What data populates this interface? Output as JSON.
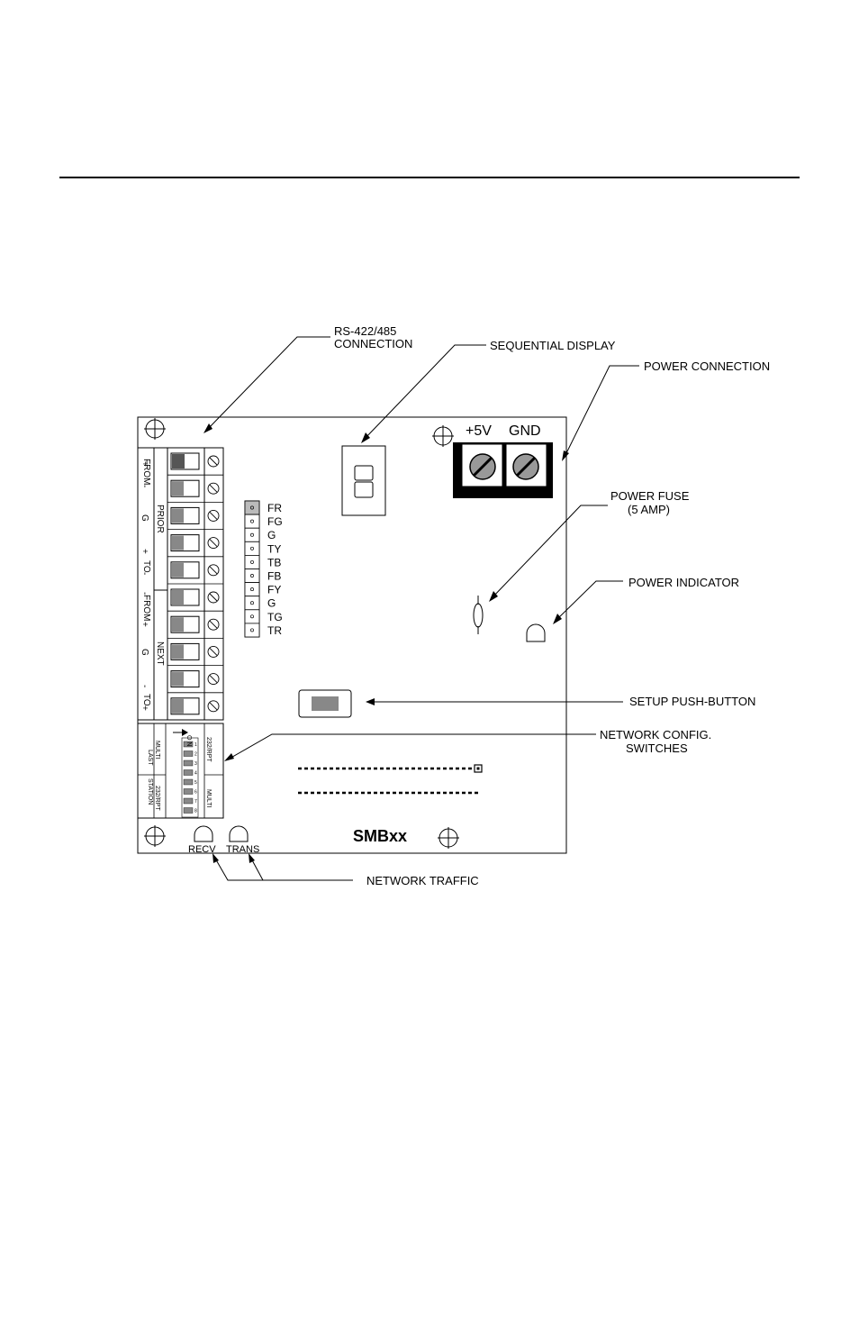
{
  "callouts": {
    "rs422_line1": "RS-422/485",
    "rs422_line2": "CONNECTION",
    "sequential_display": "SEQUENTIAL DISPLAY",
    "power_connection": "POWER CONNECTION",
    "power_fuse_line1": "POWER FUSE",
    "power_fuse_line2": "(5 AMP)",
    "power_indicator": "POWER INDICATOR",
    "setup_push_button": "SETUP PUSH-BUTTON",
    "network_config_line1": "NETWORK CONFIG.",
    "network_config_line2": "SWITCHES",
    "network_traffic": "NETWORK TRAFFIC"
  },
  "board": {
    "model": "SMBxx",
    "power_plus": "+5V",
    "power_gnd": "GND",
    "led_recv": "RECV",
    "led_trans": "TRANS",
    "display_digit": "8"
  },
  "terminal_labels": {
    "prior": "PRIOR",
    "next": "NEXT",
    "prior_from": "FROM",
    "prior_to": "TO",
    "next_from": "FROM",
    "next_to": "TO",
    "from_plus": "+",
    "from_minus": "-",
    "g_prior": "G",
    "to_plus": "+",
    "to_minus": "-",
    "next_from_minus": "-",
    "next_from_plus": "+",
    "g_next": "G",
    "next_to_minus": "-",
    "next_to_plus": "+"
  },
  "pins": [
    "FR",
    "FG",
    "G",
    "TY",
    "TB",
    "FB",
    "FY",
    "G",
    "TG",
    "TR"
  ],
  "dip": {
    "multi_left": "MULTI",
    "last": "LAST",
    "station": "STATION",
    "rpt_left": "232/RPT",
    "rpt_right_top": "232/RPT",
    "multi_right": "MULTI",
    "numbers": [
      "1",
      "2",
      "3",
      "4",
      "5",
      "6",
      "7",
      "8"
    ],
    "on": "O N"
  }
}
